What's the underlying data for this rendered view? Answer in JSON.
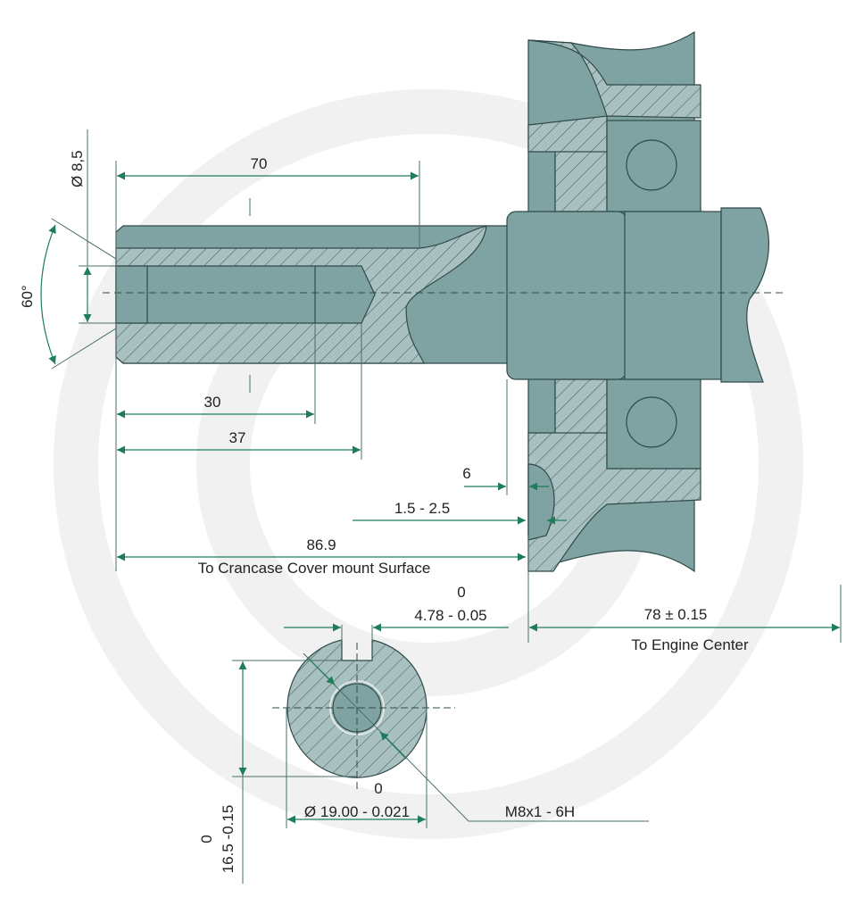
{
  "colors": {
    "body": "#7fa3a2",
    "body_dark": "#6d9392",
    "hatch_bg": "#a8c0bf",
    "dimension": "#1f7d5c",
    "watermark": "#f1f1f1"
  },
  "labels": {
    "length_70": "70",
    "bore_diameter": "Ø 8,5",
    "chamfer_angle": "60°",
    "thread_depth_30": "30",
    "drill_depth_37": "37",
    "offset_6": "6",
    "gap_range": "1.5 - 2.5",
    "length_86_9": "86.9",
    "length_86_9_note": "To Crancase Cover mount Surface",
    "key_width_upper": "0",
    "key_width": "4.78 - 0.05",
    "engine_center_dim": "78 ± 0.15",
    "engine_center_note": "To Engine Center",
    "height_upper": "0",
    "height": "16.5 -0.15",
    "shaft_diameter_upper": "0",
    "shaft_diameter": "Ø 19.00 - 0.021",
    "thread_spec": "M8x1 - 6H"
  }
}
